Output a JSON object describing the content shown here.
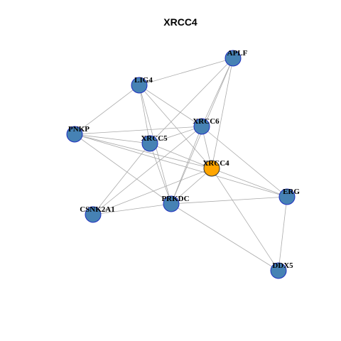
{
  "title": "XRCC4",
  "colors": {
    "default_node_fill": "#4682B4",
    "default_node_stroke": "#1F2FBF",
    "highlight_node_fill": "#FFA500",
    "highlight_node_stroke": "#333333",
    "edge": "#aaaaaa"
  },
  "nodes": [
    {
      "id": "APLF",
      "label": "APLF",
      "highlight": false
    },
    {
      "id": "LIG4",
      "label": "LIG4",
      "highlight": false
    },
    {
      "id": "XRCC6",
      "label": "XRCC6",
      "highlight": false
    },
    {
      "id": "PNKP",
      "label": "PNKP",
      "highlight": false
    },
    {
      "id": "XRCC5",
      "label": "XRCC5",
      "highlight": false
    },
    {
      "id": "XRCC4",
      "label": "XRCC4",
      "highlight": true
    },
    {
      "id": "ERG",
      "label": "ERG",
      "highlight": false
    },
    {
      "id": "PRKDC",
      "label": "PRKDC",
      "highlight": false
    },
    {
      "id": "CSNK2A1",
      "label": "CSNK2A1",
      "highlight": false
    },
    {
      "id": "DDX5",
      "label": "DDX5",
      "highlight": false
    }
  ],
  "edges": [
    [
      "APLF",
      "LIG4"
    ],
    [
      "APLF",
      "XRCC6"
    ],
    [
      "APLF",
      "XRCC5"
    ],
    [
      "APLF",
      "XRCC4"
    ],
    [
      "APLF",
      "PRKDC"
    ],
    [
      "LIG4",
      "PNKP"
    ],
    [
      "LIG4",
      "XRCC6"
    ],
    [
      "LIG4",
      "XRCC5"
    ],
    [
      "LIG4",
      "XRCC4"
    ],
    [
      "LIG4",
      "PRKDC"
    ],
    [
      "XRCC6",
      "PNKP"
    ],
    [
      "XRCC6",
      "XRCC5"
    ],
    [
      "XRCC6",
      "XRCC4"
    ],
    [
      "XRCC6",
      "PRKDC"
    ],
    [
      "XRCC6",
      "CSNK2A1"
    ],
    [
      "XRCC6",
      "ERG"
    ],
    [
      "PNKP",
      "XRCC5"
    ],
    [
      "PNKP",
      "XRCC4"
    ],
    [
      "PNKP",
      "PRKDC"
    ],
    [
      "PNKP",
      "ERG"
    ],
    [
      "XRCC5",
      "XRCC4"
    ],
    [
      "XRCC5",
      "PRKDC"
    ],
    [
      "XRCC5",
      "CSNK2A1"
    ],
    [
      "XRCC4",
      "PRKDC"
    ],
    [
      "XRCC4",
      "CSNK2A1"
    ],
    [
      "XRCC4",
      "ERG"
    ],
    [
      "XRCC4",
      "DDX5"
    ],
    [
      "PRKDC",
      "CSNK2A1"
    ],
    [
      "PRKDC",
      "ERG"
    ],
    [
      "PRKDC",
      "DDX5"
    ],
    [
      "ERG",
      "DDX5"
    ]
  ]
}
